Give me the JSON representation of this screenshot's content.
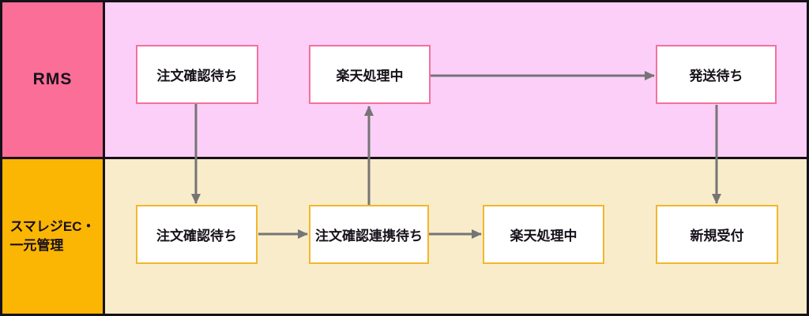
{
  "diagram": {
    "type": "swimlane-flowchart",
    "lanes": {
      "rms": {
        "label": "RMS"
      },
      "smaregi": {
        "label_line1": "スマレジEC・",
        "label_line2": "一元管理"
      }
    },
    "nodes": {
      "rms_order_confirm_wait": "注文確認待ち",
      "rms_rakuten_processing": "楽天処理中",
      "rms_shipping_wait": "発送待ち",
      "smaregi_order_confirm_wait": "注文確認待ち",
      "smaregi_order_confirm_link_wait": "注文確認連携待ち",
      "smaregi_rakuten_processing": "楽天処理中",
      "smaregi_new_accept": "新規受付"
    },
    "edges": [
      {
        "from": "rms_order_confirm_wait",
        "to": "smaregi_order_confirm_wait",
        "direction": "down"
      },
      {
        "from": "smaregi_order_confirm_wait",
        "to": "smaregi_order_confirm_link_wait",
        "direction": "right"
      },
      {
        "from": "smaregi_order_confirm_link_wait",
        "to": "rms_rakuten_processing",
        "direction": "up"
      },
      {
        "from": "smaregi_order_confirm_link_wait",
        "to": "smaregi_rakuten_processing",
        "direction": "right"
      },
      {
        "from": "rms_rakuten_processing",
        "to": "rms_shipping_wait",
        "direction": "right"
      },
      {
        "from": "rms_shipping_wait",
        "to": "smaregi_new_accept",
        "direction": "down"
      }
    ],
    "colors": {
      "rms_label_bg": "#fb6e97",
      "rms_band_bg": "#fbcff8",
      "rms_box_border": "#f4719c",
      "smaregi_label_bg": "#fbb503",
      "smaregi_band_bg": "#f9ecca",
      "smaregi_box_border": "#f2b72e",
      "arrow": "#757575",
      "frame": "#17111a",
      "box_bg": "#ffffff",
      "text": "#17111a"
    }
  }
}
